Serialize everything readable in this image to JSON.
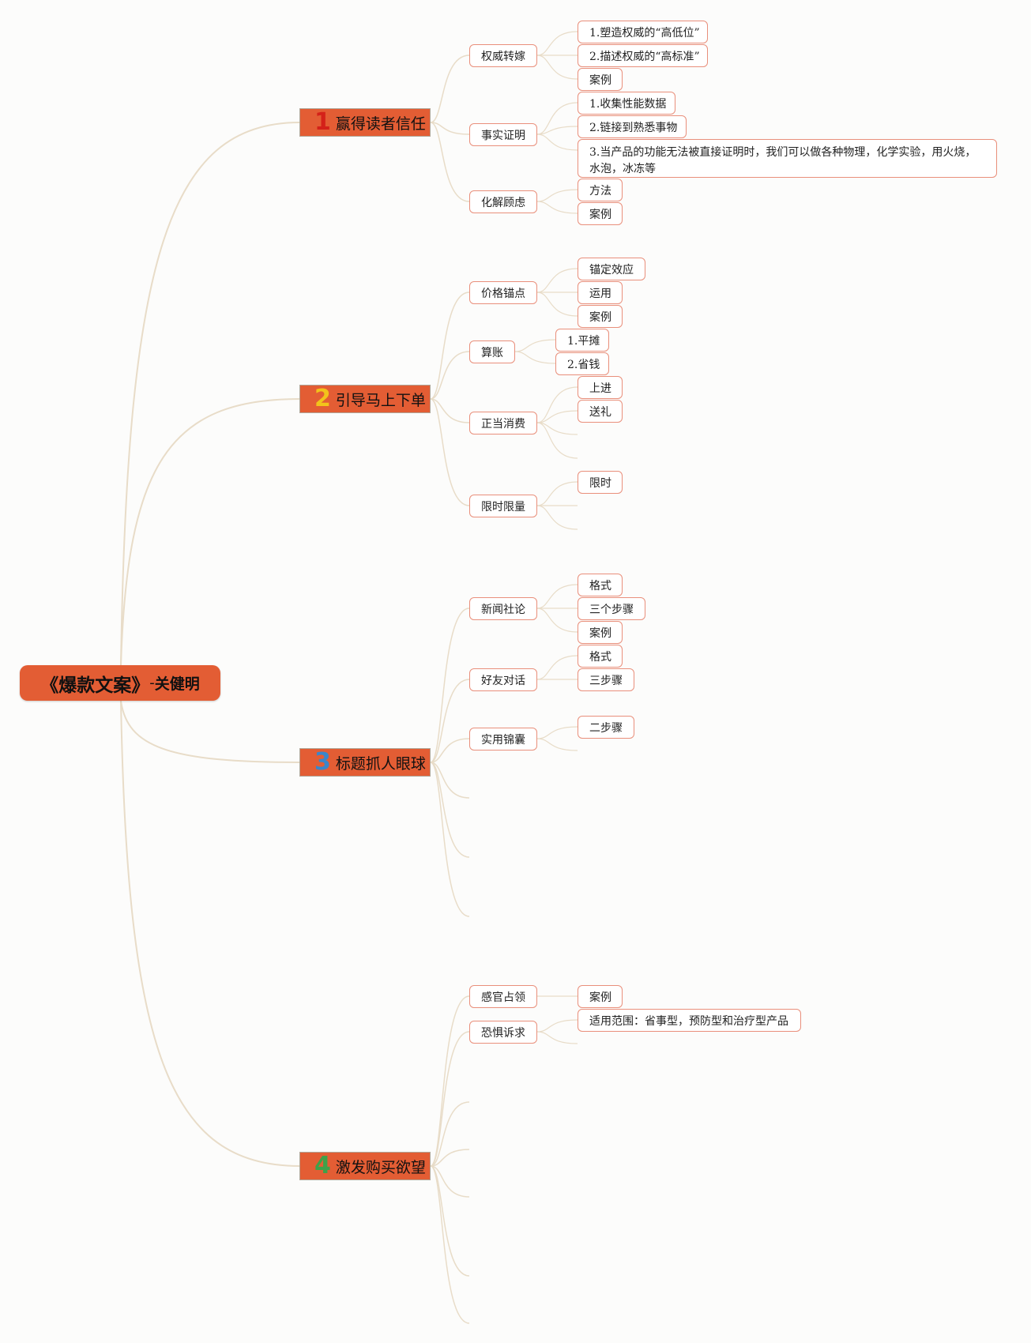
{
  "root": {
    "title": "《爆款文案》",
    "dash": "-",
    "author": "关健明"
  },
  "branches": [
    {
      "num": "1",
      "num_color": "#d42119",
      "label": "赢得读者信任"
    },
    {
      "num": "2",
      "num_color": "#f2c31b",
      "label": "引导马上下单"
    },
    {
      "num": "3",
      "num_color": "#3a86c9",
      "label": "标题抓人眼球"
    },
    {
      "num": "4",
      "num_color": "#3fa14a",
      "label": "激发购买欲望"
    }
  ],
  "topics": {
    "b1": [
      "权威转嫁",
      "事实证明",
      "化解顾虑"
    ],
    "b2": [
      "价格锚点",
      "算账",
      "正当消费",
      "限时限量"
    ],
    "b3": [
      "新闻社论",
      "好友对话",
      "实用锦囊"
    ],
    "b4": [
      "感官占领",
      "恐惧诉求"
    ]
  },
  "leaves": {
    "authority": [
      "1.塑造权威的“高低位”",
      "2.描述权威的“高标准”",
      "案例"
    ],
    "facts": [
      "1.收集性能数据",
      "2.链接到熟悉事物",
      "3.当产品的功能无法被直接证明时，我们可以做各种物理，化学实验，用火烧，水泡，冰冻等"
    ],
    "worries": [
      "方法",
      "案例"
    ],
    "anchor": [
      "锚定效应",
      "运用",
      "案例"
    ],
    "account": [
      "1.平摊",
      "2.省钱"
    ],
    "proper": [
      "上进",
      "送礼"
    ],
    "limit": [
      "限时"
    ],
    "news": [
      "格式",
      "三个步骤",
      "案例"
    ],
    "friend": [
      "格式",
      "三步骤"
    ],
    "tips": [
      "二步骤"
    ],
    "sense": [
      "案例"
    ],
    "fear": [
      "适用范围：省事型，预防型和治疗型产品"
    ]
  },
  "colors": {
    "accent": "#e35d34",
    "connector": "#e8dcc8",
    "leaf_border": "#e98f7b"
  }
}
